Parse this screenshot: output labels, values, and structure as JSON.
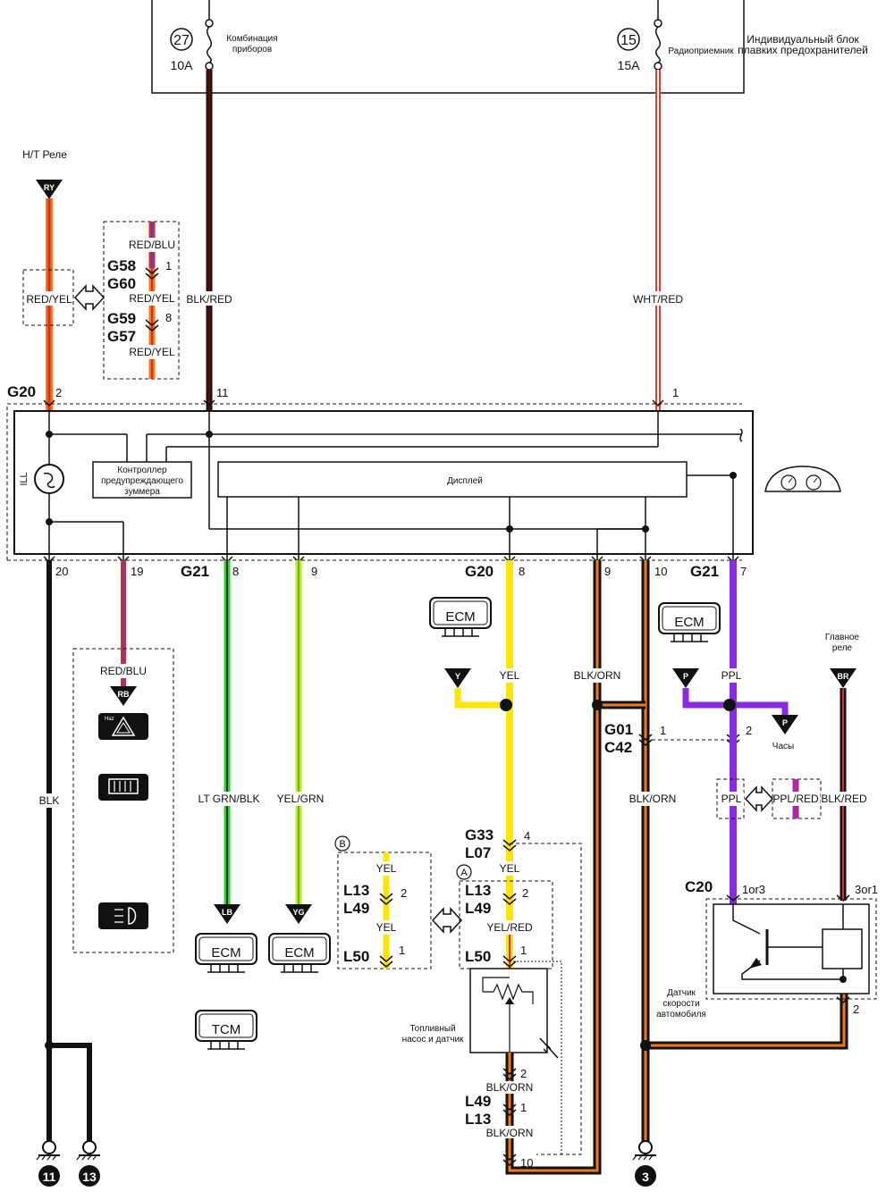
{
  "fuse_box": {
    "title_lines": [
      "Индивидуальный блок",
      "плавких предохранителей"
    ],
    "fuse_27": {
      "number": "27",
      "rating": "10A",
      "label_lines": [
        "Комбинация",
        "приборов"
      ]
    },
    "fuse_15": {
      "number": "15",
      "rating": "15A",
      "label": "Радиоприемник"
    }
  },
  "relays": {
    "ht_relay": "H/T Реле",
    "main_relay_lines": [
      "Главное",
      "реле"
    ]
  },
  "wires": {
    "red_yel": "RED/YEL",
    "red_blu": "RED/BLU",
    "blk_red": "BLK/RED",
    "wht_red": "WHT/RED",
    "blk": "BLK",
    "lt_grn_blk": "LT GRN/BLK",
    "yel_grn": "YEL/GRN",
    "yel": "YEL",
    "blk_orn": "BLK/ORN",
    "ppl": "PPL",
    "ppl_red": "PPL/RED",
    "yel_red": "YEL/RED"
  },
  "terminals": {
    "ry": "RY",
    "rb": "RB",
    "lb": "LB",
    "yg": "YG",
    "y": "Y",
    "p": "P",
    "br": "BR"
  },
  "connectors": {
    "g58": "G58",
    "g60": "G60",
    "g59": "G59",
    "g57": "G57",
    "g20": "G20",
    "g21": "G21",
    "g01": "G01",
    "c42": "C42",
    "g33": "G33",
    "l07": "L07",
    "l13": "L13",
    "l49": "L49",
    "l50": "L50",
    "c20": "C20"
  },
  "pins": {
    "p1": "1",
    "p2": "2",
    "p4": "4",
    "p7": "7",
    "p8": "8",
    "p9": "9",
    "p10": "10",
    "p11": "11",
    "p19": "19",
    "p20": "20",
    "p1or3": "1or3",
    "p3or1": "3or1"
  },
  "cluster": {
    "ill": "ILL",
    "buzzer_lines": [
      "Контроллер",
      "предупреждающего",
      "зуммера"
    ],
    "display": "Дисплей"
  },
  "modules": {
    "ecm": "ECM",
    "tcm": "TCM"
  },
  "labels": {
    "clock": "Часы",
    "fuel_pump_lines": [
      "Топливный",
      "насос и датчик"
    ],
    "speed_sensor_lines": [
      "Датчик",
      "скорости",
      "автомобиля"
    ],
    "variant_a": "A",
    "variant_b": "B",
    "hazard_icon_text": "Haz"
  },
  "grounds": {
    "g11": "11",
    "g13": "13",
    "g3": "3"
  },
  "colors": {
    "red": "#e02a2a",
    "orange": "#f07a1c",
    "yellow": "#ffe600",
    "dark_red": "#5a0a0a",
    "green": "#33cc33",
    "yel_grn": "#c8e21e",
    "purple": "#8a2be2",
    "black": "#111111",
    "wht_red": "#e33a3a"
  }
}
